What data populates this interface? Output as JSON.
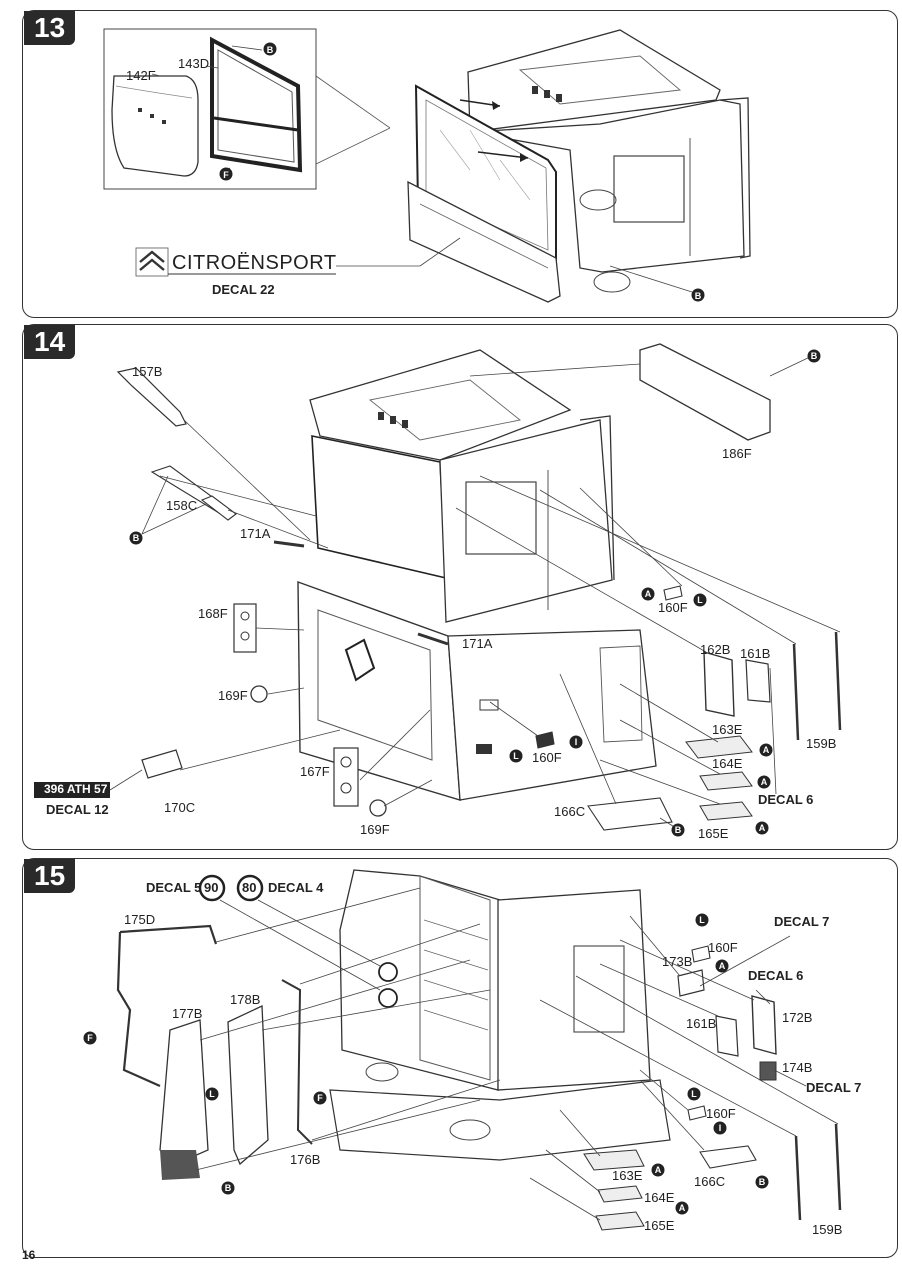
{
  "page_number": "16",
  "steps": [
    {
      "number": "13",
      "parts": {
        "p142": "142F",
        "p143": "143D",
        "decal": "DECAL 22",
        "logo": "CITROËNSPORT"
      },
      "callouts": [
        "B",
        "F",
        "B"
      ]
    },
    {
      "number": "14",
      "parts": {
        "p157": "157B",
        "p158": "158C",
        "p171a": "171A",
        "p171b": "171A",
        "p168": "168F",
        "p169a": "169F",
        "p169b": "169F",
        "p170": "170C",
        "p167": "167F",
        "p186": "186F",
        "p160a": "160F",
        "p160b": "160F",
        "p162": "162B",
        "p161": "161B",
        "p163": "163E",
        "p164": "164E",
        "p165": "165E",
        "p166": "166C",
        "p159": "159B",
        "decal6": "DECAL 6",
        "decal12": "DECAL 12",
        "plate": "396 ATH 57"
      }
    },
    {
      "number": "15",
      "parts": {
        "decal5": "DECAL 5",
        "decal4": "DECAL 4",
        "sign90": "90",
        "sign80": "80",
        "p175": "175D",
        "p177": "177B",
        "p178": "178B",
        "p176": "176B",
        "p173": "173B",
        "p160a": "160F",
        "p160b": "160F",
        "p172": "172B",
        "p161": "161B",
        "p174": "174B",
        "p163": "163E",
        "p164": "164E",
        "p165": "165E",
        "p166": "166C",
        "p159": "159B",
        "decal7a": "DECAL 7",
        "decal6": "DECAL 6",
        "decal7b": "DECAL 7"
      }
    }
  ]
}
